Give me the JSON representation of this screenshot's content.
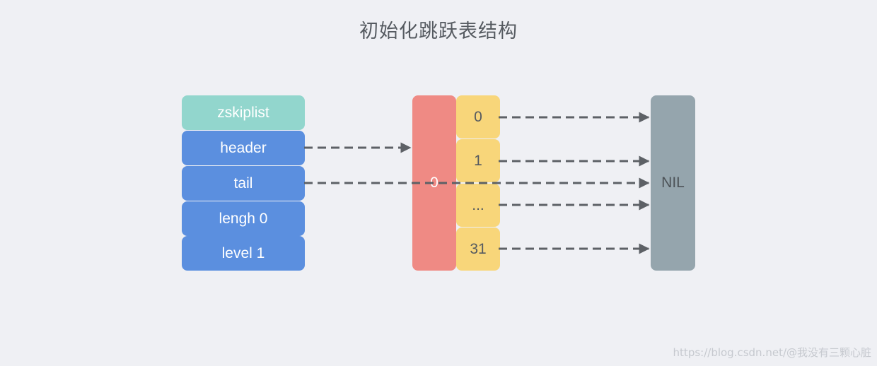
{
  "title": "初始化跳跃表结构",
  "zskiplist": {
    "name": "zskiplist",
    "fields": [
      "header",
      "tail",
      "lengh 0",
      "level 1"
    ]
  },
  "header_node": {
    "label": "0",
    "levels": [
      "0",
      "1",
      "...",
      "31"
    ]
  },
  "nil": "NIL",
  "watermark": "https://blog.csdn.net/@我没有三颗心脏",
  "colors": {
    "background": "#eff0f4",
    "zskiplist_head": "#92d6cd",
    "fields": "#5b8fdf",
    "node": "#ef8a84",
    "levels": "#f8d67a",
    "nil": "#95a5ad",
    "arrow": "#5d6166"
  }
}
